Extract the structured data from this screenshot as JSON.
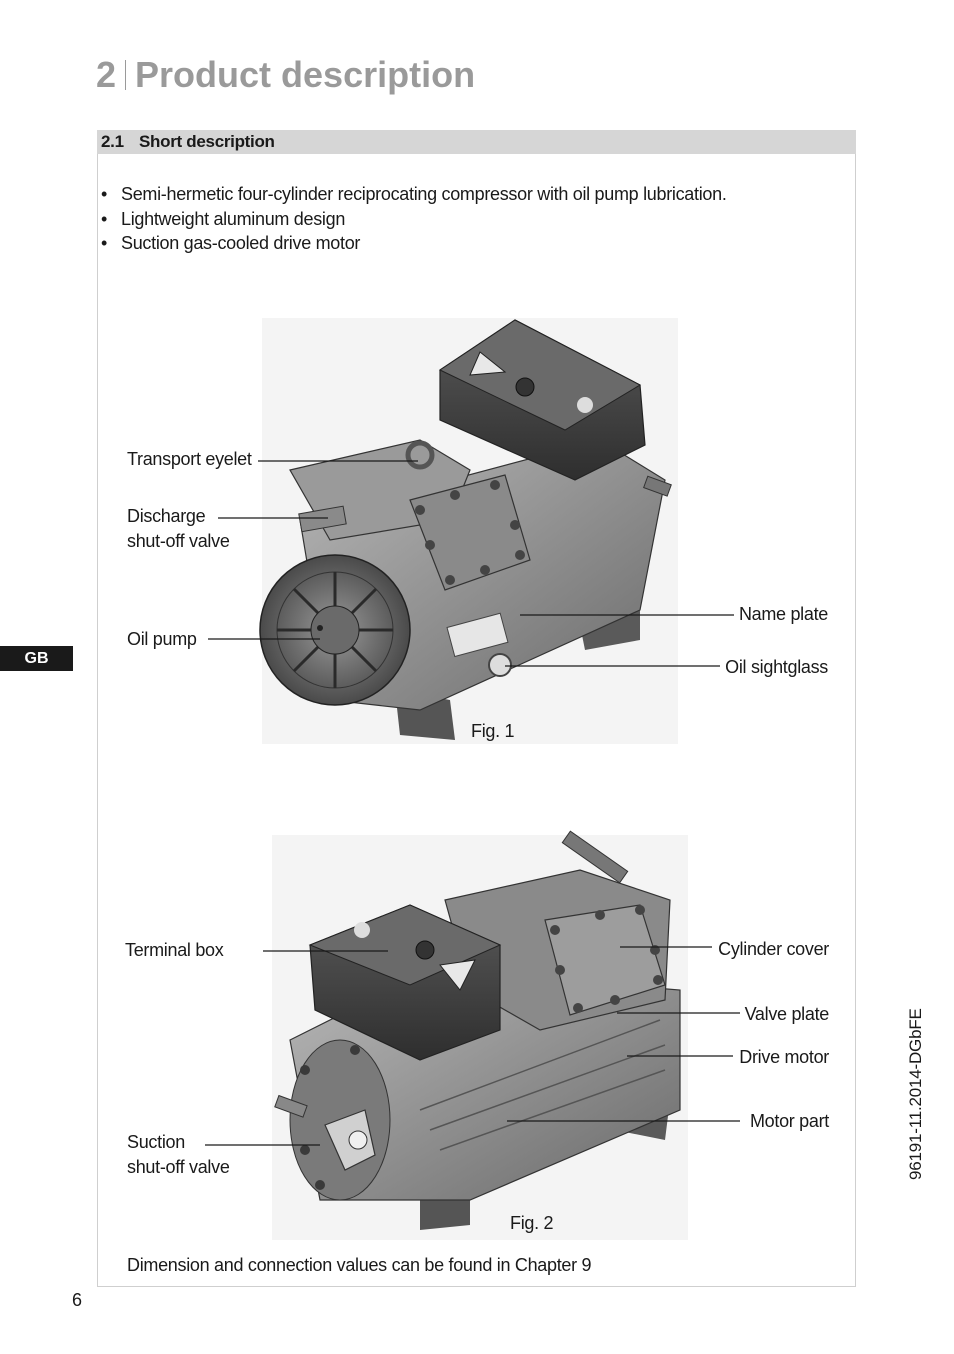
{
  "chapter": {
    "number": "2",
    "title": "Product description"
  },
  "section": {
    "number": "2.1",
    "title": "Short description"
  },
  "bullets": [
    "Semi-hermetic four-cylinder reciprocating compressor with oil pump lubrication.",
    "Lightweight aluminum design",
    "Suction gas-cooled drive motor"
  ],
  "figure1": {
    "caption": "Fig. 1",
    "labels": {
      "transport_eyelet": "Transport eyelet",
      "discharge_1": "Discharge",
      "discharge_2": "shut-off valve",
      "oil_pump": "Oil pump",
      "name_plate": "Name plate",
      "oil_sightglass": "Oil sightglass"
    }
  },
  "figure2": {
    "caption": "Fig. 2",
    "labels": {
      "terminal_box": "Terminal box",
      "suction_1": "Suction",
      "suction_2": "shut-off valve",
      "cylinder_cover": "Cylinder cover",
      "valve_plate": "Valve plate",
      "drive_motor": "Drive motor",
      "motor_part": "Motor part"
    }
  },
  "footer_note": "Dimension and connection values can be found in Chapter 9",
  "language_tab": "GB",
  "page_number": "6",
  "doc_code": "96191-11.2014-DGbFE",
  "colors": {
    "title_gray": "#9a9a9a",
    "section_bar": "#d6d6d6",
    "ink": "#1a1a1a"
  }
}
